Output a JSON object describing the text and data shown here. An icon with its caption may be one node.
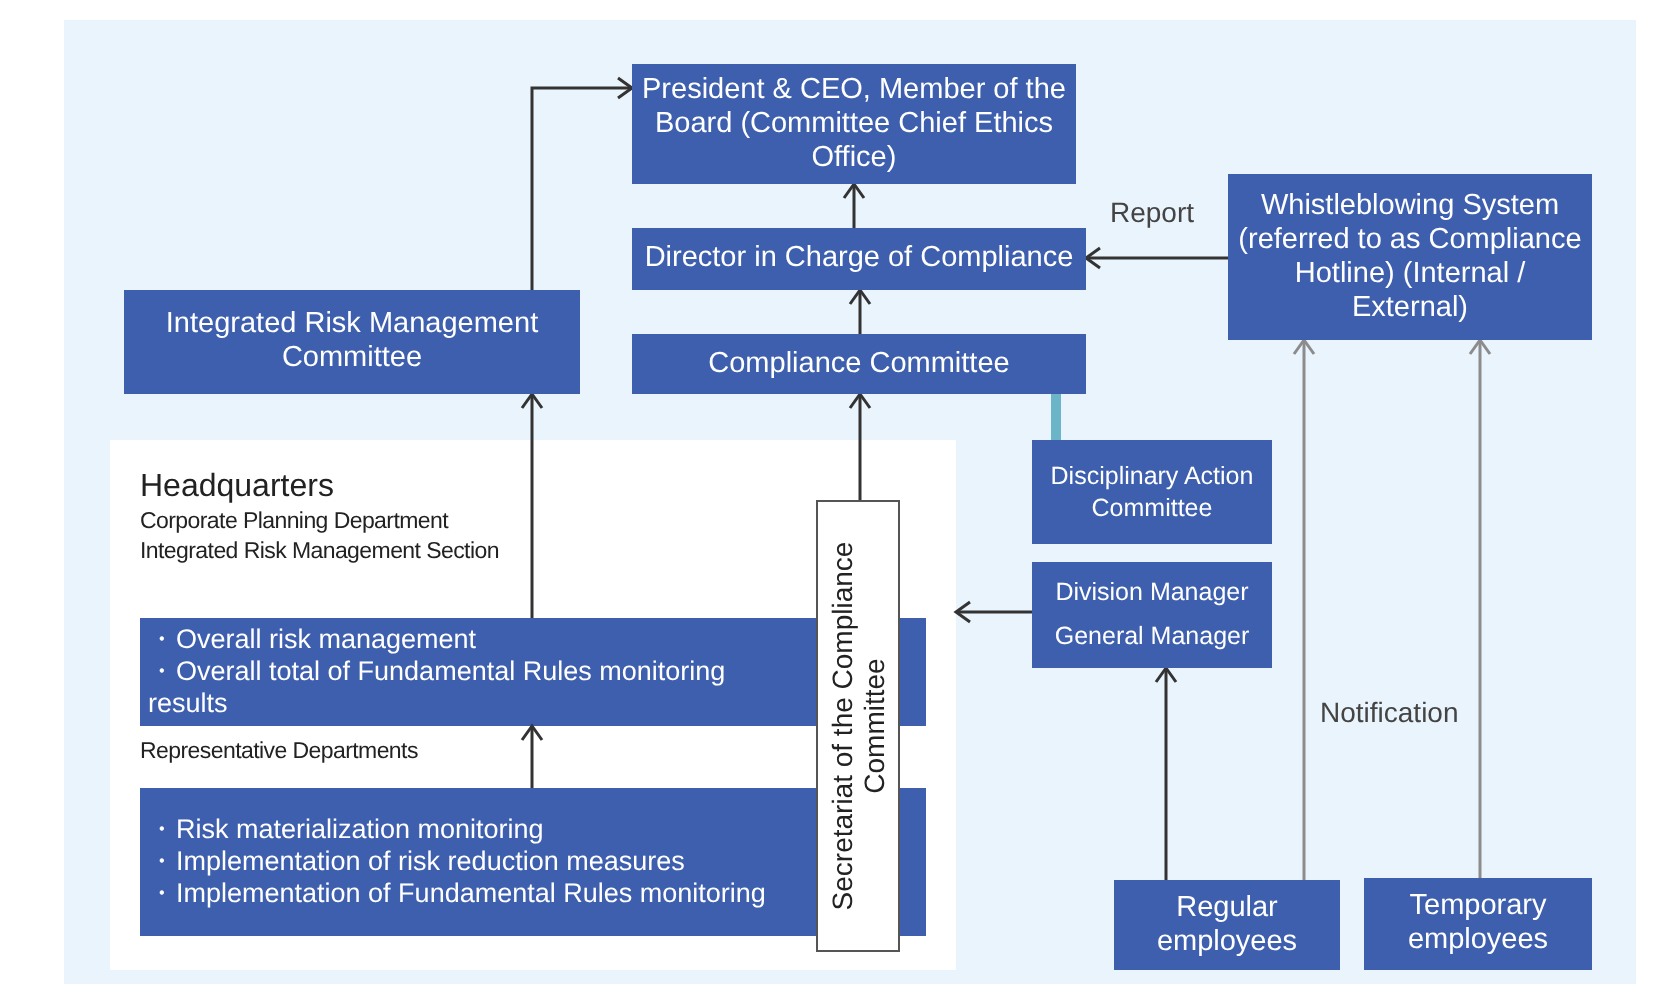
{
  "diagram": {
    "nodes": [
      {
        "text": [
          "President & CEO, Member of the Board (Committee Chief Ethics Office)"
        ]
      },
      {
        "text": [
          "Director in Charge of Compliance"
        ]
      },
      {
        "text": [
          "Whistleblowing System (referred to as Compliance Hotline) (Internal / External)"
        ]
      },
      {
        "text": [
          "Integrated Risk Management Committee"
        ]
      },
      {
        "text": [
          "Compliance Committee"
        ]
      },
      {
        "text": [
          "Headquarters",
          "Corporate Planning Department Integrated Risk Management Section",
          "Representative Departments"
        ]
      },
      {
        "text": [
          "・Overall risk management",
          "・Overall total of Fundamental Rules monitoring results"
        ],
        "in": 5
      },
      {
        "text": [
          "・Risk materialization monitoring",
          "・Implementation of risk reduction measures",
          "・Implementation of Fundamental Rules monitoring"
        ],
        "in": 5
      },
      {
        "text": [
          "Secretariat of the Compliance Committee"
        ],
        "in": 5
      },
      {
        "text": [
          "Disciplinary Action Committee"
        ]
      },
      {
        "text": [
          "Division Manager",
          "General Manager"
        ]
      },
      {
        "text": [
          "Regular employees"
        ]
      },
      {
        "text": [
          "Temporary employees"
        ]
      }
    ],
    "edges": [
      {
        "from": 3,
        "to": 0,
        "arrow": "to"
      },
      {
        "from": 1,
        "to": 0,
        "arrow": "to"
      },
      {
        "from": 4,
        "to": 1,
        "arrow": "to"
      },
      {
        "from": 2,
        "to": 1,
        "arrow": "to",
        "label": "Report"
      },
      {
        "from": 6,
        "to": 3,
        "arrow": "to"
      },
      {
        "from": 7,
        "to": 6,
        "arrow": "to"
      },
      {
        "from": 8,
        "to": 4,
        "arrow": "to"
      },
      {
        "from": 4,
        "to": 9,
        "arrow": "none",
        "style": "thick",
        "color": "#6cb4c8"
      },
      {
        "from": 10,
        "to": 5,
        "arrow": "to"
      },
      {
        "from": 11,
        "to": 10,
        "arrow": "to"
      },
      {
        "from": 11,
        "to": 2,
        "arrow": "to",
        "label": "Notification",
        "color": "#8c8c8c"
      },
      {
        "from": 12,
        "to": 2,
        "arrow": "to",
        "color": "#8c8c8c"
      }
    ]
  }
}
